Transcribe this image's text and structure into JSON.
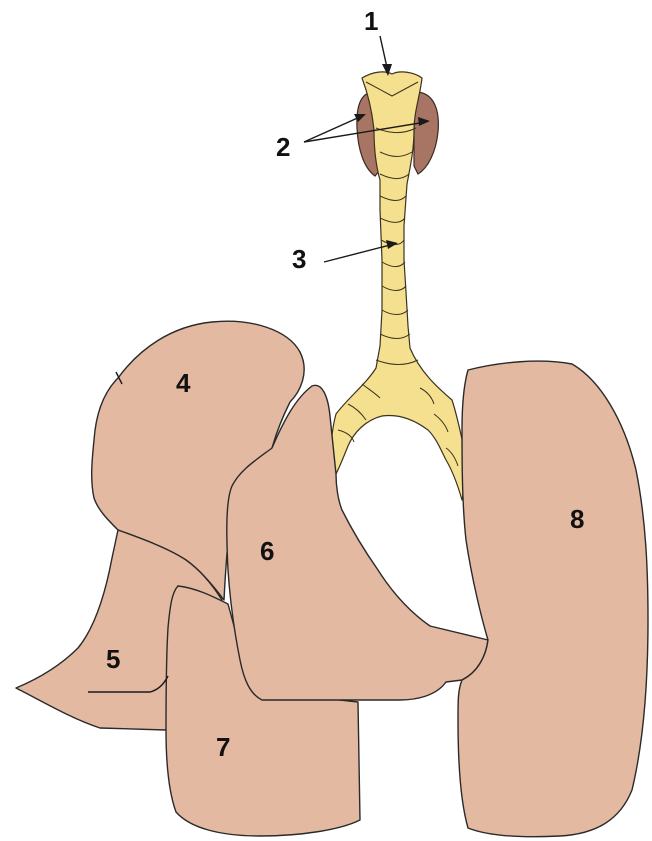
{
  "labels": {
    "n1": "1",
    "n2": "2",
    "n3": "3",
    "n4": "4",
    "n5": "5",
    "n6": "6",
    "n7": "7",
    "n8": "8"
  },
  "colors": {
    "lung": "#e4b9a1",
    "thyroid": "#a87564",
    "airway": "#f4e08e",
    "outline": "#2a2a2a"
  }
}
